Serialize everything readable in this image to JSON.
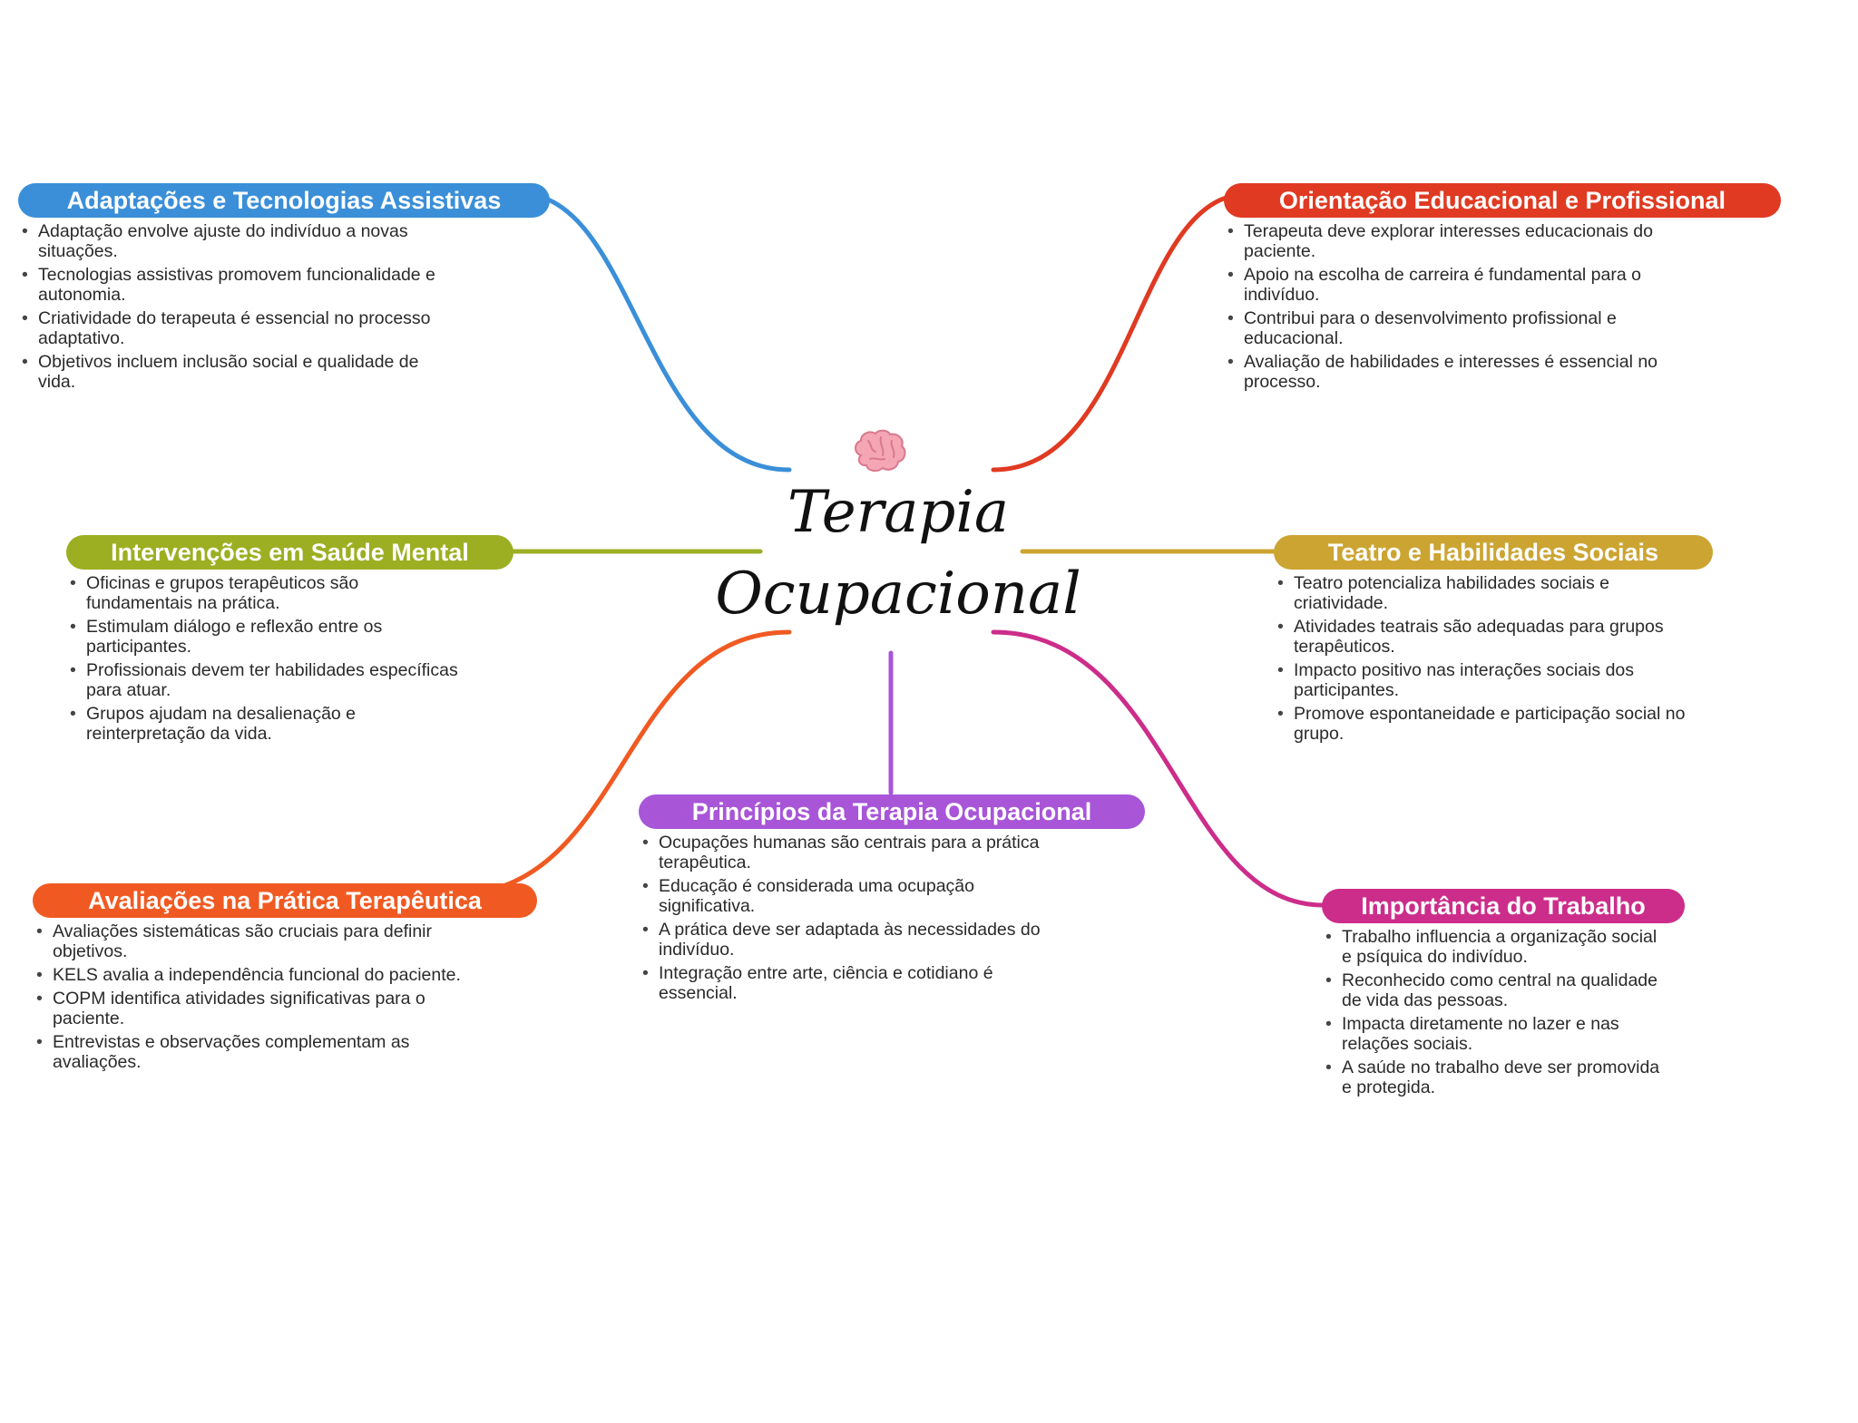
{
  "center": {
    "title_line1": "Terapia",
    "title_line2": "Ocupacional",
    "icon": "brain-icon",
    "icon_color": "#f4a6b4"
  },
  "branches": [
    {
      "id": "adaptacoes",
      "title": "Adaptações e Tecnologias Assistivas",
      "color": "#3a8fd8",
      "items": [
        "Adaptação envolve ajuste do indivíduo a novas situações.",
        "Tecnologias assistivas promovem funcionalidade e autonomia.",
        "Criatividade do terapeuta é essencial no processo adaptativo.",
        "Objetivos incluem inclusão social e qualidade de vida."
      ]
    },
    {
      "id": "orientacao",
      "title": "Orientação Educacional e Profissional",
      "color": "#e03a22",
      "items": [
        "Terapeuta deve explorar interesses educacionais do paciente.",
        "Apoio na escolha de carreira é fundamental para o indivíduo.",
        "Contribui para o desenvolvimento profissional e educacional.",
        "Avaliação de habilidades e interesses é essencial no processo."
      ]
    },
    {
      "id": "intervencoes",
      "title": "Intervenções em Saúde Mental",
      "color": "#9caf22",
      "items": [
        "Oficinas e grupos terapêuticos são fundamentais na prática.",
        "Estimulam diálogo e reflexão entre os participantes.",
        "Profissionais devem ter habilidades específicas para atuar.",
        "Grupos ajudam na desalienação e reinterpretação da vida."
      ]
    },
    {
      "id": "teatro",
      "title": "Teatro e Habilidades Sociais",
      "color": "#cca432",
      "items": [
        "Teatro potencializa habilidades sociais e criatividade.",
        "Atividades teatrais são adequadas para grupos terapêuticos.",
        "Impacto positivo nas interações sociais dos participantes.",
        "Promove espontaneidade e participação social no grupo."
      ]
    },
    {
      "id": "principios",
      "title": "Princípios da Terapia Ocupacional",
      "color": "#a855d8",
      "items": [
        "Ocupações humanas são centrais para a prática terapêutica.",
        "Educação é considerada uma ocupação significativa.",
        "A prática deve ser adaptada às necessidades do indivíduo.",
        "Integração entre arte, ciência e cotidiano é essencial."
      ]
    },
    {
      "id": "avaliacoes",
      "title": "Avaliações na Prática Terapêutica",
      "color": "#f05a22",
      "items": [
        "Avaliações sistemáticas são cruciais para definir objetivos.",
        "KELS avalia a independência funcional do paciente.",
        "COPM identifica atividades significativas para o paciente.",
        "Entrevistas e observações complementam as avaliações."
      ]
    },
    {
      "id": "trabalho",
      "title": "Importância do Trabalho",
      "color": "#cc2d8a",
      "items": [
        "Trabalho influencia a organização social e psíquica do indivíduo.",
        "Reconhecido como central na qualidade de vida das pessoas.",
        "Impacta diretamente no lazer e nas relações sociais.",
        "A saúde no trabalho deve ser promovida e protegida."
      ]
    }
  ]
}
